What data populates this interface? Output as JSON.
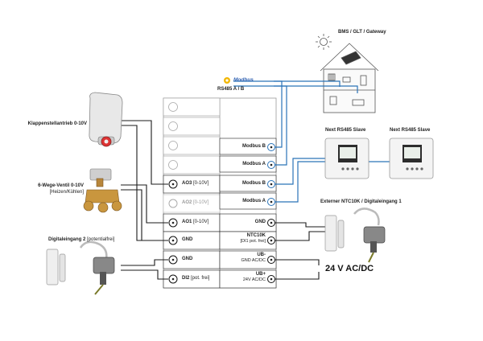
{
  "cloud": {
    "label": "BMS / GLT / Gateway"
  },
  "bus": {
    "logo": "Modbus",
    "label": "RS485 A / B"
  },
  "devices": {
    "damper": {
      "label": "Klappenstellantrieb 0-10V"
    },
    "valve": {
      "line1": "6-Wege-Ventil 0-10V",
      "line2": "[Heizen/Kühlen]"
    },
    "digital2": {
      "label": "Digitaleingang 2",
      "note": "[potentialfrei]"
    },
    "slave1": {
      "label": "Next RS485 Slave"
    },
    "slave2": {
      "label": "Next RS485 Slave"
    },
    "ntc": {
      "label": "Externer NTC10K / Digitaleingang 1"
    }
  },
  "terminals": {
    "left": {
      "ao3": {
        "name": "AO3",
        "suffix": " [0-10V]"
      },
      "ao2": {
        "name": "AO2",
        "suffix": " [0-10V]"
      },
      "ao1": {
        "name": "AO1",
        "suffix": " [0-10V]"
      },
      "gnd1": {
        "name": "GND"
      },
      "gnd2": {
        "name": "GND"
      },
      "di2": {
        "name": "DI2",
        "suffix": " [pot. frei]"
      }
    },
    "right": {
      "modbus_b1": {
        "name": "Modbus B"
      },
      "modbus_a1": {
        "name": "Modbus A"
      },
      "modbus_b2": {
        "name": "Modbus B"
      },
      "modbus_a2": {
        "name": "Modbus A"
      },
      "gnd": {
        "name": "GND"
      },
      "ntc10k": {
        "name": "NTC10K",
        "sub": "[DI1 pot. frei]"
      },
      "ub_minus": {
        "name": "UB-",
        "sub": "GND AC/DC"
      },
      "ub_plus": {
        "name": "UB+",
        "sub": "24V AC/DC"
      }
    }
  },
  "power": {
    "label": "24 V AC/DC"
  },
  "colors": {
    "bus_blue": "#2a73b8",
    "wire": "#1a1a1a",
    "terminal_border": "#9a9a9a",
    "modbus_yellow": "#f2b705"
  }
}
